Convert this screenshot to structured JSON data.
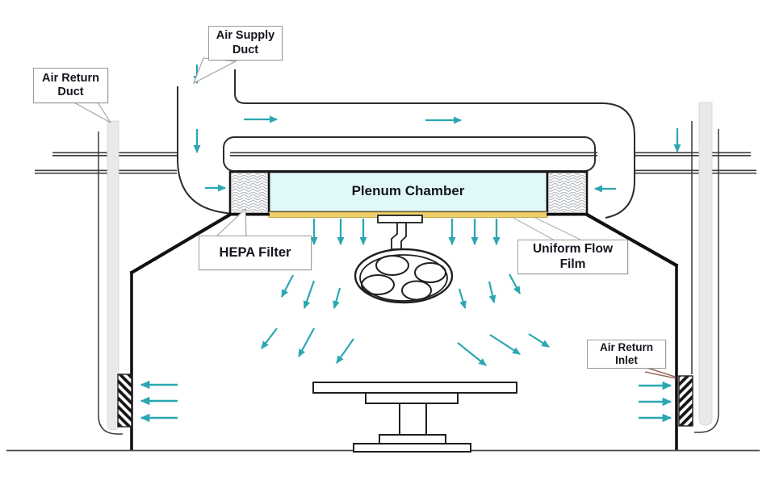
{
  "diagram": {
    "labels": {
      "air_supply_duct": {
        "line1": "Air Supply",
        "line2": "Duct"
      },
      "air_return_duct": {
        "line1": "Air Return",
        "line2": "Duct"
      },
      "plenum_chamber": "Plenum Chamber",
      "hepa_filter": "HEPA Filter",
      "uniform_flow_film": "Uniform Flow Film",
      "air_return_inlet": {
        "line1": "Air Return",
        "line2": "Inlet"
      }
    },
    "colors": {
      "flow_arrow": "#2ba7b2",
      "plenum_fill": "#e1f8fb",
      "film_fill": "#ecd06b",
      "film_edge": "#c9a845",
      "duct_fill": "#e9e9e9",
      "line": "#222222",
      "label_border": "#9c9c9c",
      "label_text": "#14141f",
      "inlet_pointer": "#9a6a5e"
    },
    "arrows": {
      "supply": [
        [
          244,
          80,
          244,
          103
        ],
        [
          244,
          160,
          244,
          189
        ],
        [
          302,
          148,
          343,
          148
        ],
        [
          527,
          149,
          571,
          149
        ],
        [
          839,
          159,
          839,
          188
        ],
        [
          254,
          233,
          279,
          233
        ],
        [
          763,
          234,
          737,
          234
        ]
      ],
      "downflow": [
        [
          389,
          271,
          389,
          303
        ],
        [
          422,
          271,
          422,
          303
        ],
        [
          450,
          271,
          450,
          303
        ],
        [
          560,
          271,
          560,
          303
        ],
        [
          588,
          271,
          588,
          303
        ],
        [
          615,
          271,
          615,
          303
        ]
      ],
      "diffuse": [
        [
          363,
          341,
          349,
          368
        ],
        [
          389,
          348,
          377,
          382
        ],
        [
          421,
          357,
          414,
          382
        ],
        [
          569,
          358,
          576,
          382
        ],
        [
          606,
          349,
          612,
          375
        ],
        [
          631,
          340,
          644,
          364
        ],
        [
          343,
          407,
          324,
          432
        ],
        [
          389,
          407,
          370,
          442
        ],
        [
          438,
          420,
          417,
          450
        ],
        [
          567,
          425,
          602,
          453
        ],
        [
          607,
          415,
          644,
          439
        ],
        [
          655,
          414,
          680,
          430
        ]
      ],
      "return_left": [
        [
          220,
          477,
          175,
          477
        ],
        [
          220,
          497,
          175,
          497
        ],
        [
          220,
          518,
          175,
          518
        ]
      ],
      "return_right": [
        [
          791,
          478,
          831,
          478
        ],
        [
          791,
          498,
          831,
          498
        ],
        [
          791,
          518,
          831,
          518
        ]
      ]
    }
  }
}
